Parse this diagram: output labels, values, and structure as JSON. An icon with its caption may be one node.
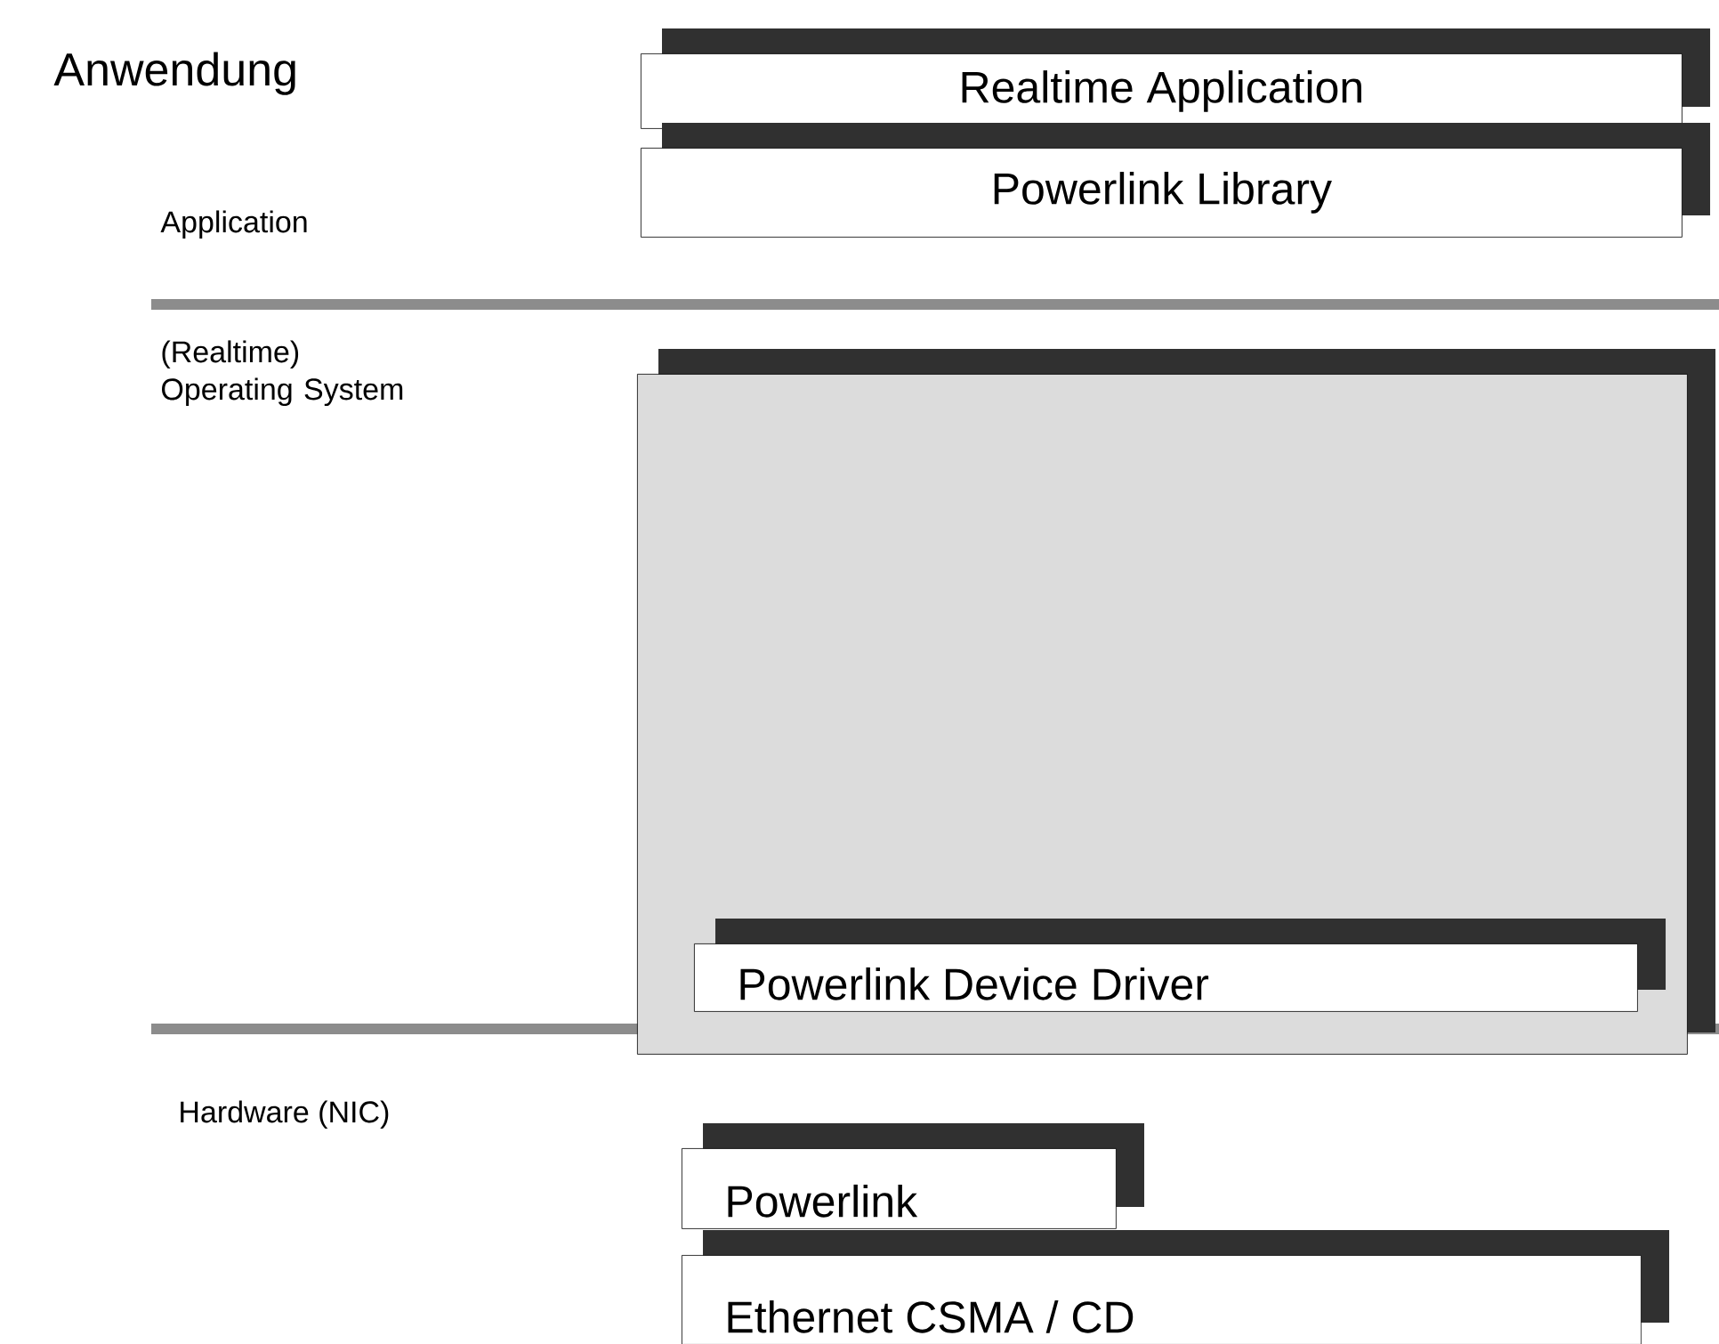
{
  "diagram": {
    "nodes": [
      {
        "text": [
          "Realtime Application"
        ]
      },
      {
        "text": [
          "Powerlink Library"
        ]
      },
      {
        "text": [],
        "shape": "box"
      },
      {
        "text": [
          "Powerlink Device Driver"
        ],
        "in": 2
      },
      {
        "text": [
          "Powerlink"
        ]
      },
      {
        "text": [
          "Ethernet CSMA / CD"
        ]
      }
    ],
    "labels": [
      "Anwendung",
      "Application",
      "(Realtime) Operating System",
      "Hardware (NIC)"
    ]
  }
}
